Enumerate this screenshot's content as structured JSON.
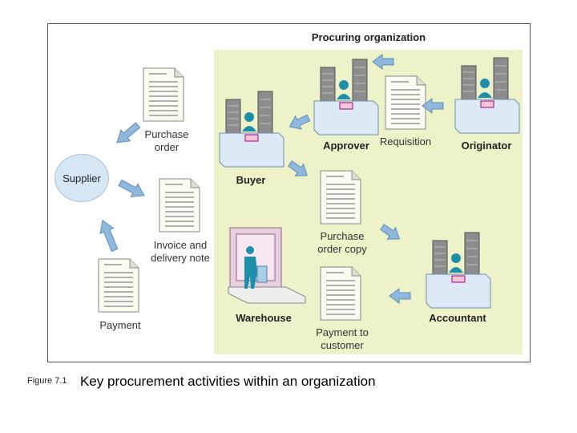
{
  "diagram": {
    "panel_title": "Procuring organization",
    "supplier": "Supplier",
    "documents": {
      "purchase_order": [
        "Purchase",
        "order"
      ],
      "invoice": [
        "Invoice and",
        "delivery note"
      ],
      "payment": "Payment",
      "requisition": "Requisition",
      "purchase_order_copy": [
        "Purchase",
        "order copy"
      ],
      "payment_to_customer": [
        "Payment to",
        "customer"
      ]
    },
    "roles": {
      "approver": "Approver",
      "originator": "Originator",
      "buyer": "Buyer",
      "warehouse": "Warehouse",
      "accountant": "Accountant"
    },
    "colors": {
      "panel": "#eef2c8",
      "arrow": "#8fb8dc",
      "desk": "#dde9f5",
      "person": "#1f8ea8",
      "server": "#8c8c8c"
    }
  },
  "caption": {
    "figure_label": "Figure 7.1",
    "text": "Key procurement activities within an organization"
  }
}
